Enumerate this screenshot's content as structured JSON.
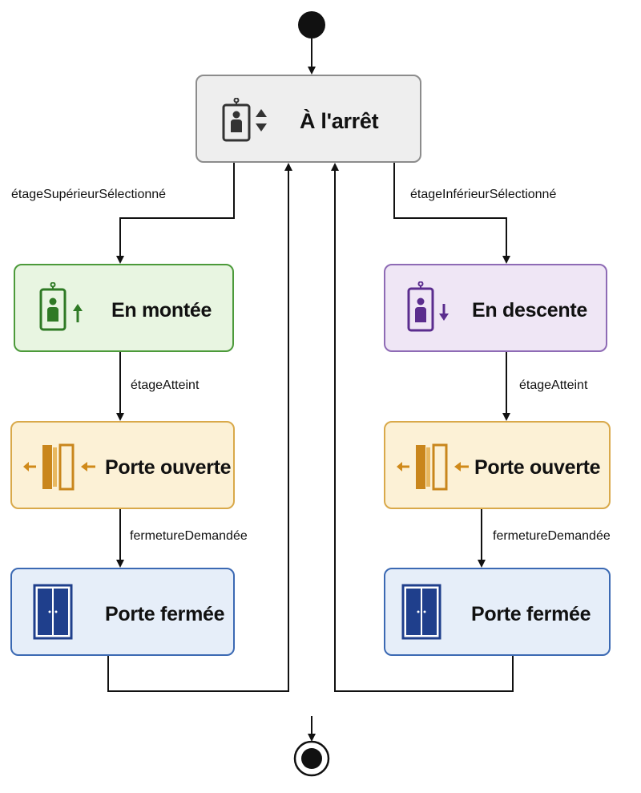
{
  "diagram": {
    "states": {
      "idle": "À l'arrêt",
      "moving_up": "En montée",
      "moving_down": "En descente",
      "door_open_left": "Porte ouverte",
      "door_closed_left": "Porte fermée",
      "door_open_right": "Porte ouverte",
      "door_closed_right": "Porte fermée"
    },
    "transitions": {
      "upper_floor_selected": "étageSupérieurSélectionné",
      "lower_floor_selected": "étageInférieurSélectionné",
      "floor_reached_left": "étageAtteint",
      "floor_reached_right": "étageAtteint",
      "close_requested_left": "fermetureDemandée",
      "close_requested_right": "fermetureDemandée"
    },
    "colors": {
      "idle": "#eeeeee",
      "moving_up": "#e8f5e1",
      "moving_down": "#efe6f5",
      "door_open": "#fcf1d6",
      "door_closed": "#e6eef9"
    }
  }
}
